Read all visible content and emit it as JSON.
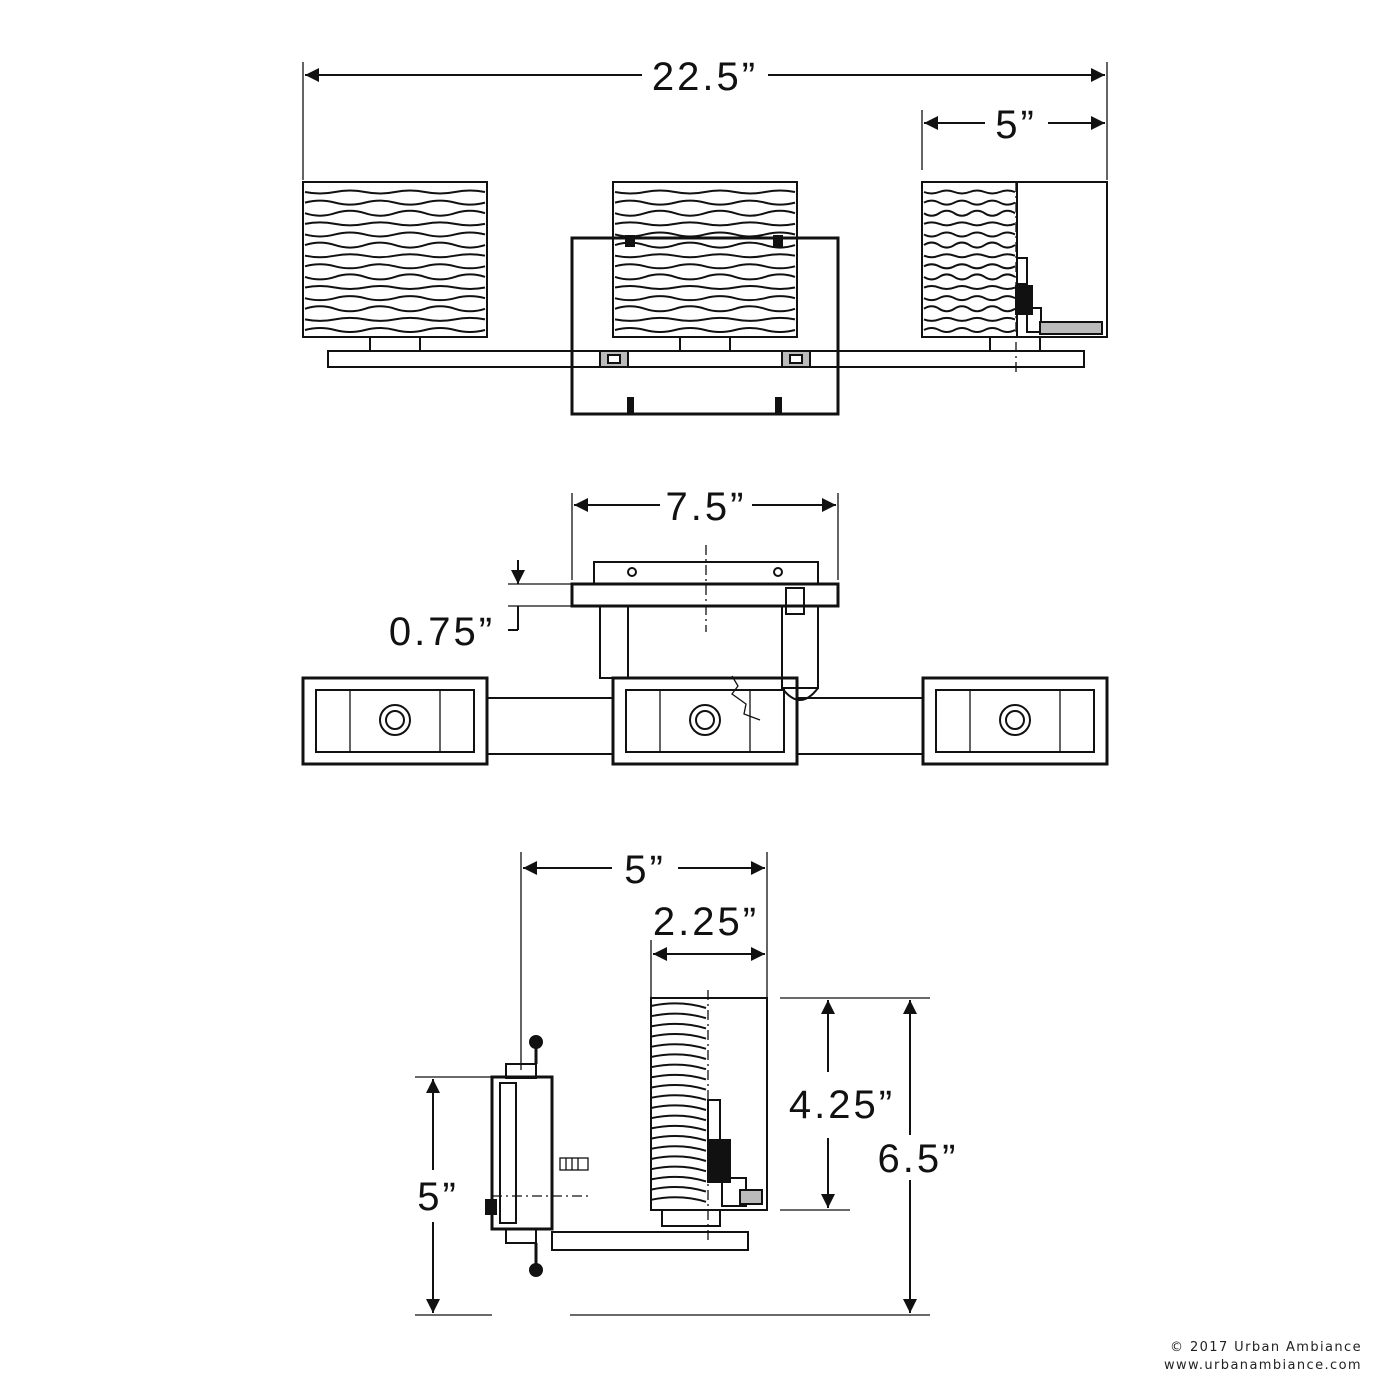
{
  "dimensions": {
    "overall_width": "22.5”",
    "shade_width": "5”",
    "backplate_width": "7.5”",
    "backplate_depth": "0.75”",
    "side_extension": "5”",
    "shade_depth": "2.25”",
    "shade_height": "4.25”",
    "overall_height": "6.5”",
    "backplate_height": "5”"
  },
  "copyright": {
    "line1": "© 2017 Urban Ambiance",
    "line2": "www.urbanambiance.com"
  },
  "colors": {
    "line": "#111111",
    "background": "#ffffff"
  }
}
